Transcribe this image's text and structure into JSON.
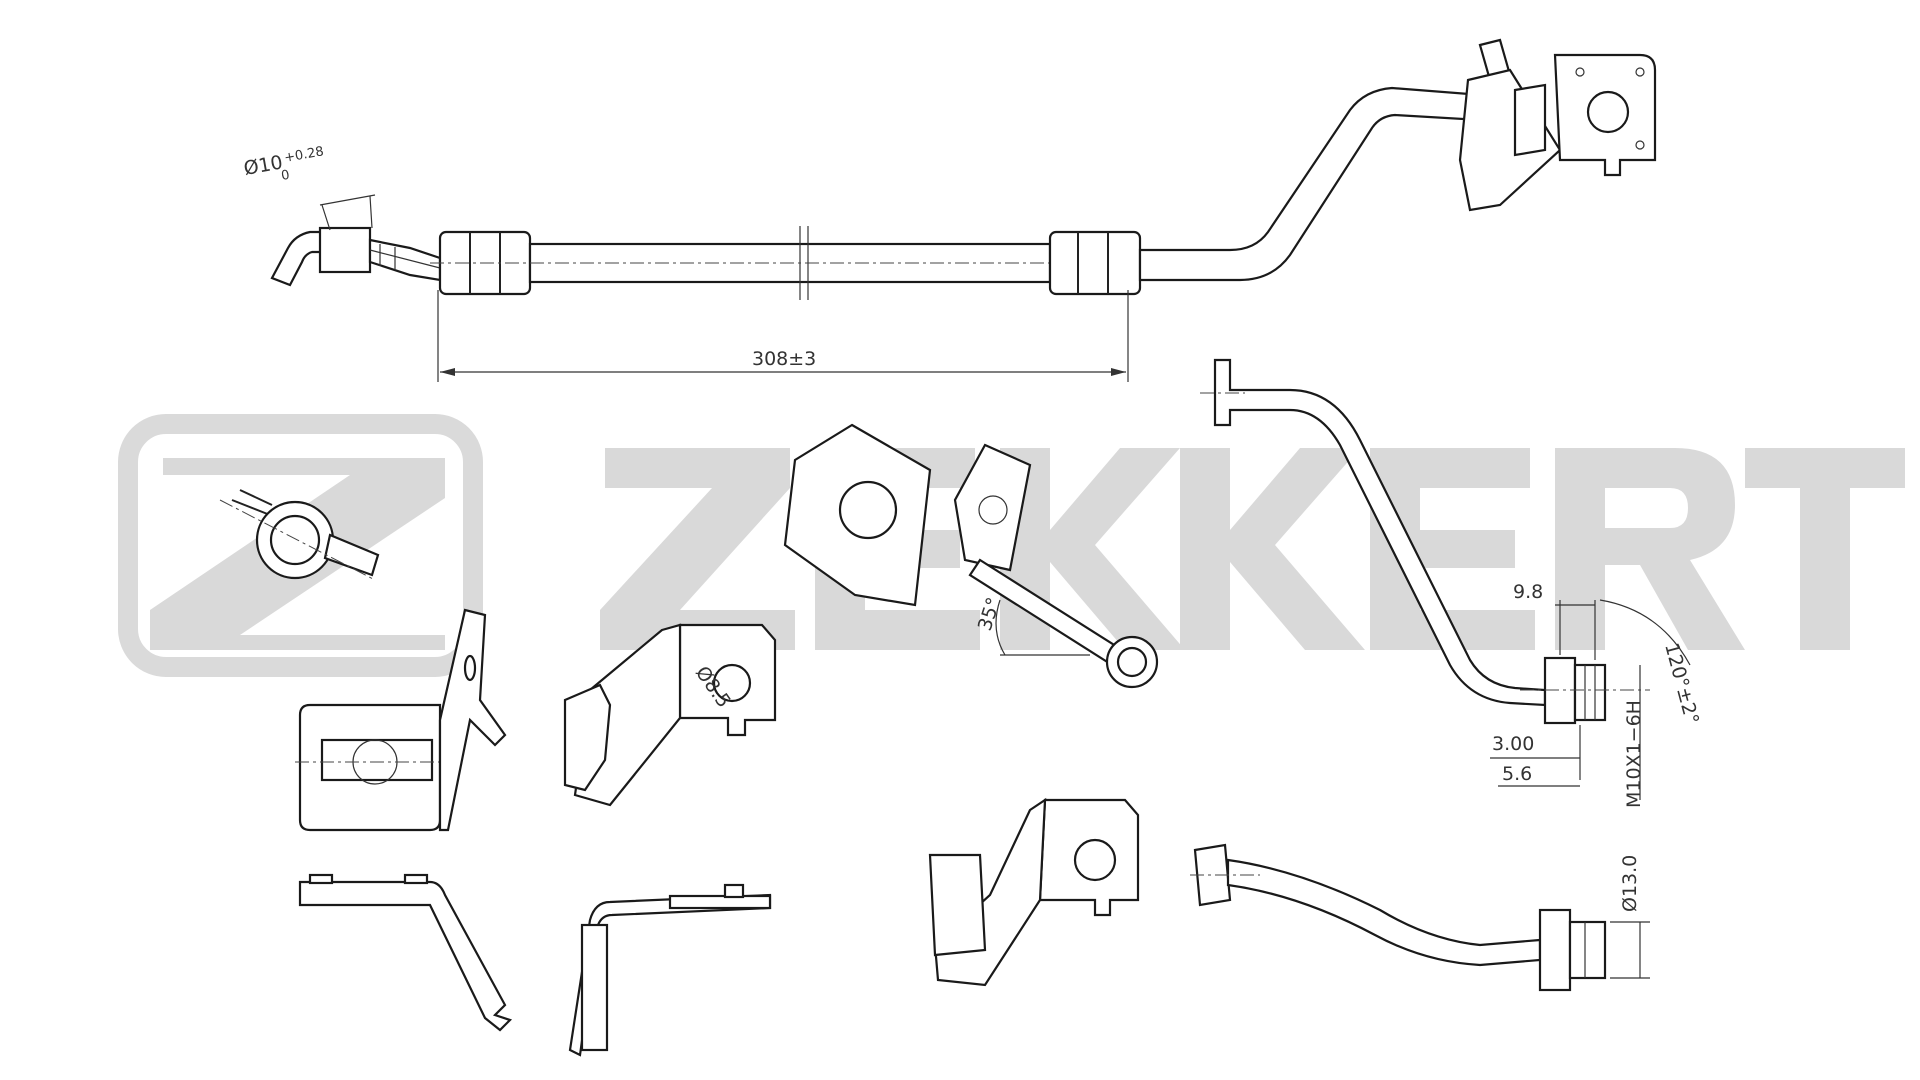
{
  "watermark": {
    "brand": "ZEKKERT",
    "color": "#d9d9d9"
  },
  "dimensions": {
    "fitting_diameter": "Ø10",
    "fitting_tol_upper": "+0.28",
    "fitting_tol_lower": "0",
    "length": "308±3",
    "angle": "35°",
    "hole_diameter": "Ø8.5",
    "offset_1": "9.8",
    "thread_len": "3.00",
    "offset_2": "5.6",
    "thread": "M10X1−6H",
    "flare_angle": "120°±2°",
    "nut_diameter": "Ø13.0"
  },
  "colors": {
    "line": "#1a1a1a",
    "dimension": "#333333"
  }
}
